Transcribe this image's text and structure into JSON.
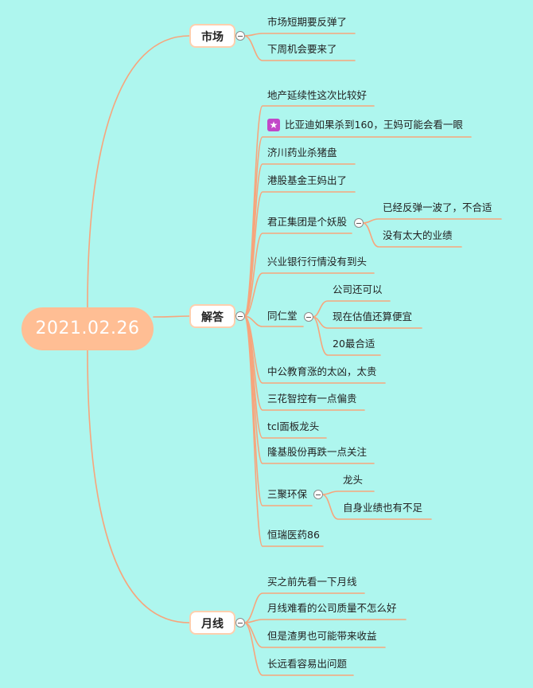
{
  "root": {
    "label": "2021.02.26"
  },
  "branches": {
    "market": {
      "label": "市场",
      "items": [
        "市场短期要反弹了",
        "下周机会要来了"
      ]
    },
    "answers": {
      "label": "解答",
      "items": {
        "real_estate": "地产延续性这次比较好",
        "byd": "比亚迪如果杀到160，王妈可能会看一眼",
        "jichuan": "济川药业杀猪盘",
        "hk_fund": "港股基金王妈出了",
        "junzheng": {
          "label": "君正集团是个妖股",
          "children": [
            "已经反弹一波了，不合适",
            "没有太大的业绩"
          ]
        },
        "cib": "兴业银行行情没有到头",
        "tongrentang": {
          "label": "同仁堂",
          "children": [
            "公司还可以",
            "现在估值还算便宜",
            "20最合适"
          ]
        },
        "offcn": "中公教育涨的太凶，太贵",
        "sanhua": "三花智控有一点偏贵",
        "tcl": "tcl面板龙头",
        "longi": "隆基股份再跌一点关注",
        "sanju": {
          "label": "三聚环保",
          "children": [
            "龙头",
            "自身业绩也有不足"
          ]
        },
        "hengrui": "恒瑞医药86"
      }
    },
    "monthly": {
      "label": "月线",
      "items": [
        "买之前先看一下月线",
        "月线难看的公司质量不怎么好",
        "但是渣男也可能带来收益",
        "长远看容易出问题"
      ]
    }
  },
  "colors": {
    "background": "#aef6ee",
    "root": "#ffbe94",
    "connector": "#f7a57c",
    "branch_border": "#ffcfae",
    "star_marker": "#c247c8"
  },
  "icons": {
    "byd_marker": "star-icon",
    "toggles": "collapse-minus-icon"
  }
}
